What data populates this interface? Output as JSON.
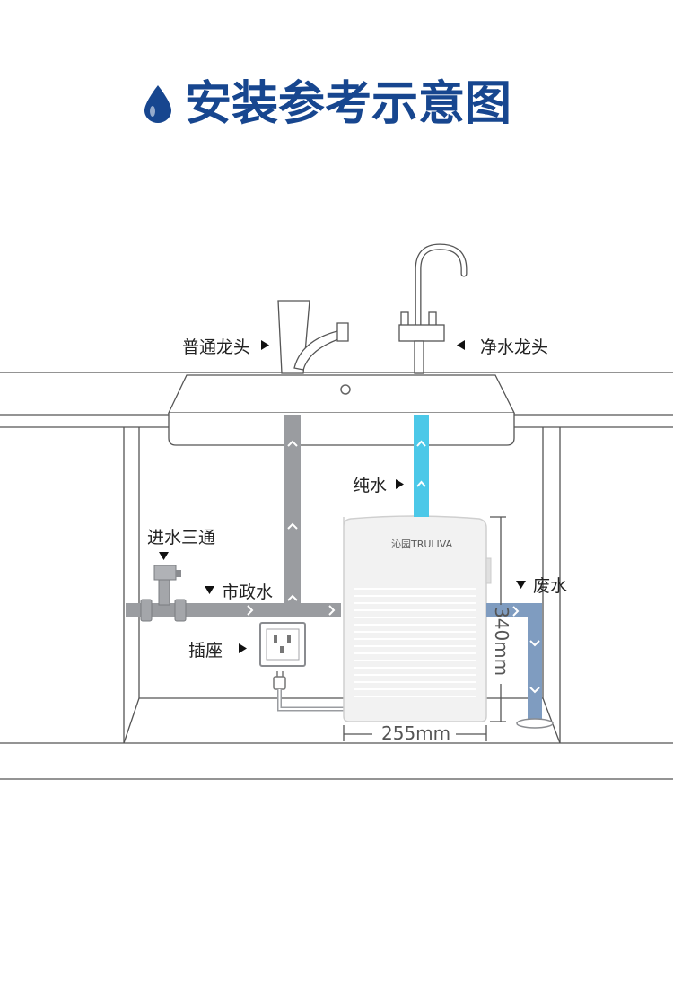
{
  "title": "安装参考示意图",
  "labels": {
    "normal_faucet": "普通龙头",
    "purified_faucet": "净水龙头",
    "pure_water": "纯水",
    "inlet_tee": "进水三通",
    "municipal_water": "市政水",
    "socket": "插座",
    "waste_water": "废水"
  },
  "dimensions": {
    "width": "255mm",
    "height": "340mm"
  },
  "brand": "沁园TRULIVA",
  "colors": {
    "title": "#17468f",
    "pure_water_pipe": "#4cc8e8",
    "municipal_pipe": "#9a9ca0",
    "waste_pipe": "#7f9cc0",
    "icon": "#17468f"
  },
  "icons": {
    "title_icon": "water-drop-icon"
  }
}
